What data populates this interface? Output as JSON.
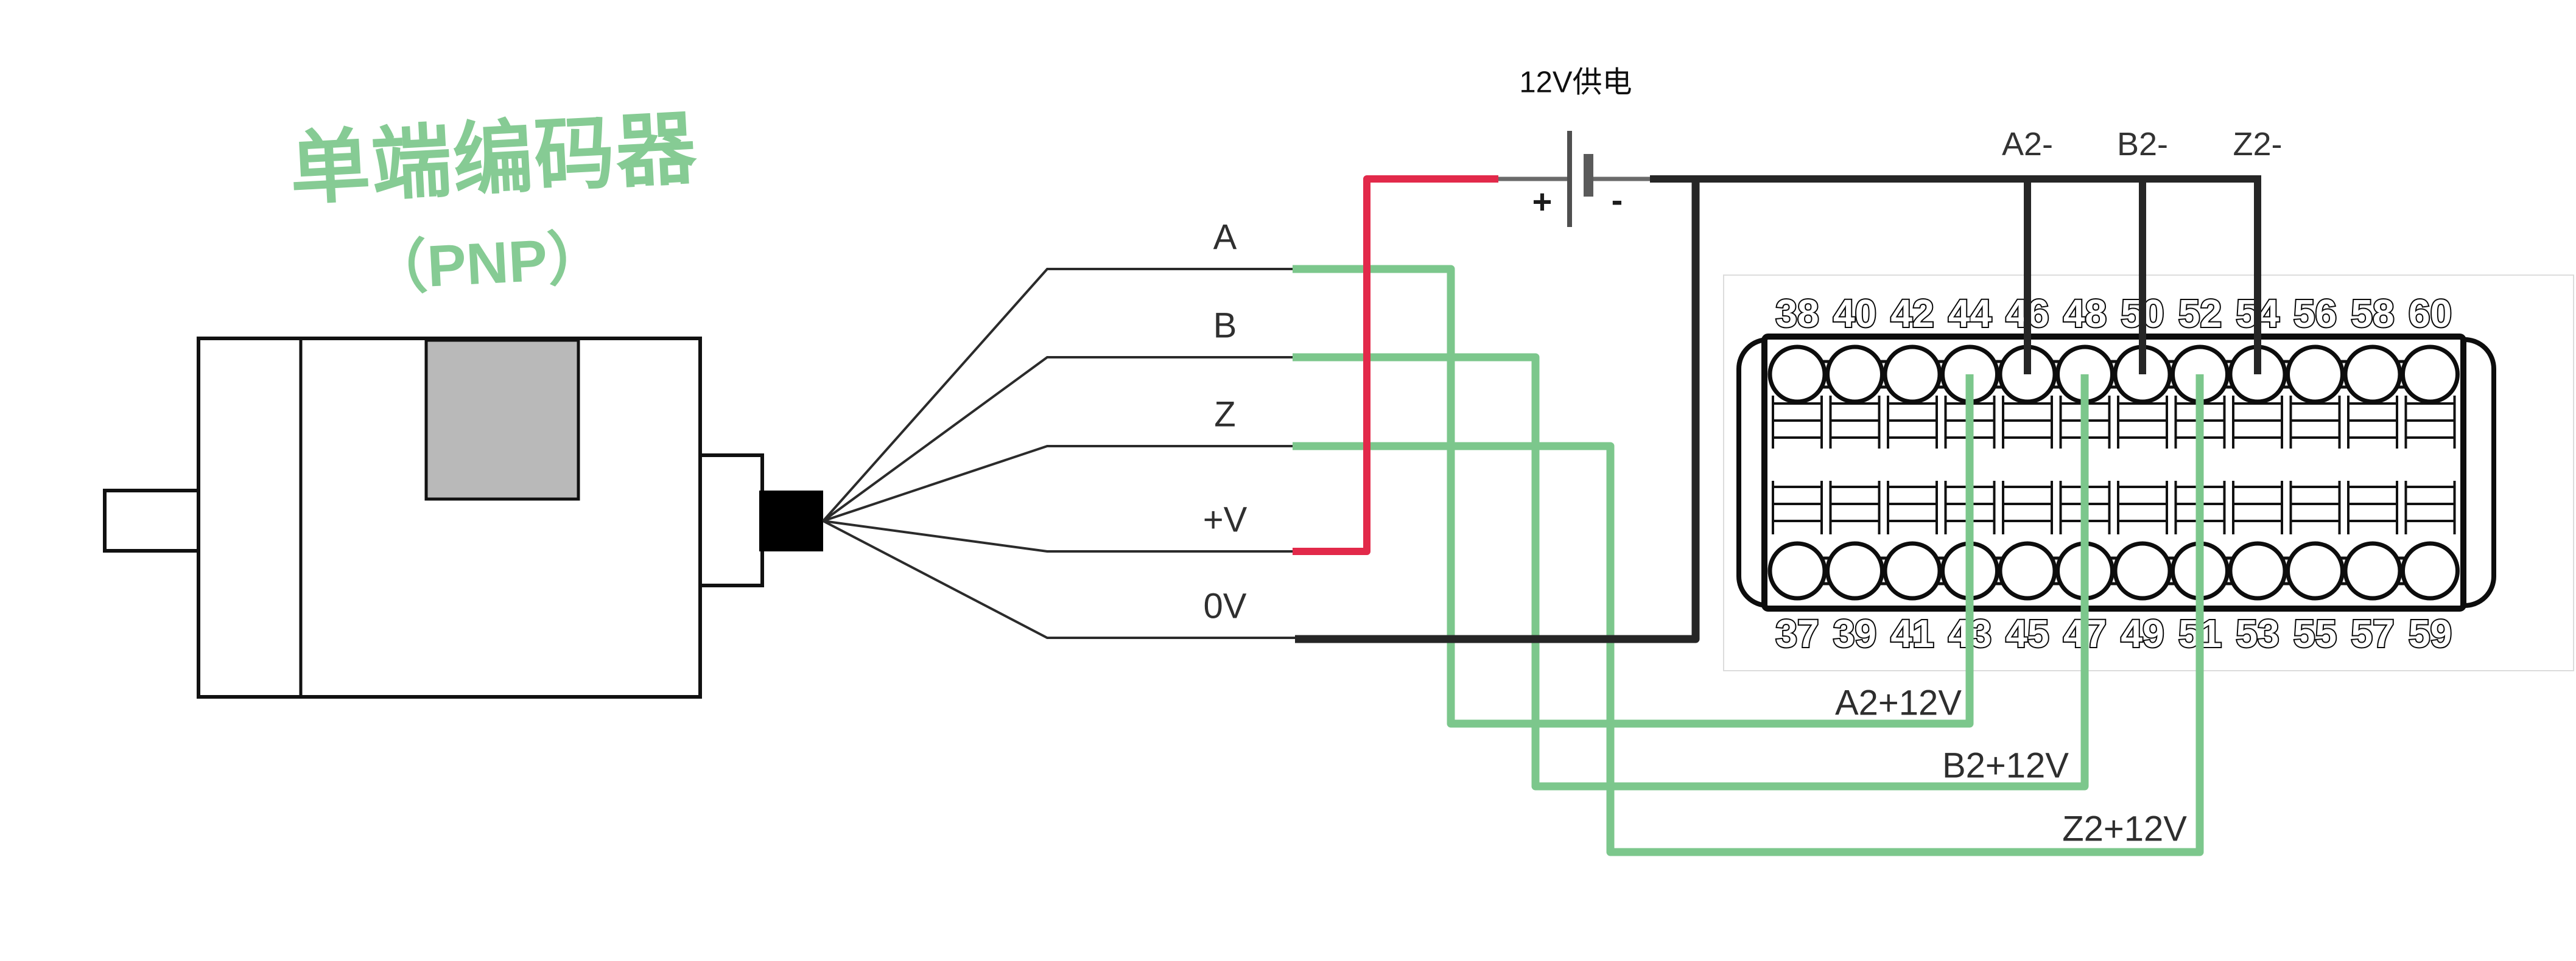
{
  "title": {
    "line1": "单端编码器",
    "line2": "（PNP）"
  },
  "encoder": {
    "ports": [
      "A",
      "B",
      "Z",
      "+V",
      "0V"
    ]
  },
  "power": {
    "label": "12V供电",
    "plus": "+",
    "minus": "-"
  },
  "terminal_block": {
    "top_pins": [
      "38",
      "40",
      "42",
      "44",
      "46",
      "48",
      "50",
      "52",
      "54",
      "56",
      "58",
      "60"
    ],
    "bottom_pins": [
      "37",
      "39",
      "41",
      "43",
      "45",
      "47",
      "49",
      "51",
      "53",
      "55",
      "57",
      "59"
    ]
  },
  "wire_labels": {
    "negative": [
      "A2-",
      "B2-",
      "Z2-"
    ],
    "positive": [
      "A2+12V",
      "B2+12V",
      "Z2+12V"
    ]
  },
  "connections": {
    "A2+12V_pin": "44",
    "A2-_pin": "46",
    "B2+12V_pin": "48",
    "B2-_pin": "50",
    "Z2+12V_pin": "52",
    "Z2-_pin": "54"
  },
  "colors": {
    "title_green": "#86cb94",
    "wire_green": "#7cc78c",
    "wire_red": "#e2294a",
    "wire_black": "#262626",
    "thin_wire": "#2b2b2b",
    "lead_gray": "#6a6a6a",
    "plate_gray": "#4f4f4f",
    "motor_gray": "#b9b9b9",
    "outline_black": "#0d0d0d"
  }
}
